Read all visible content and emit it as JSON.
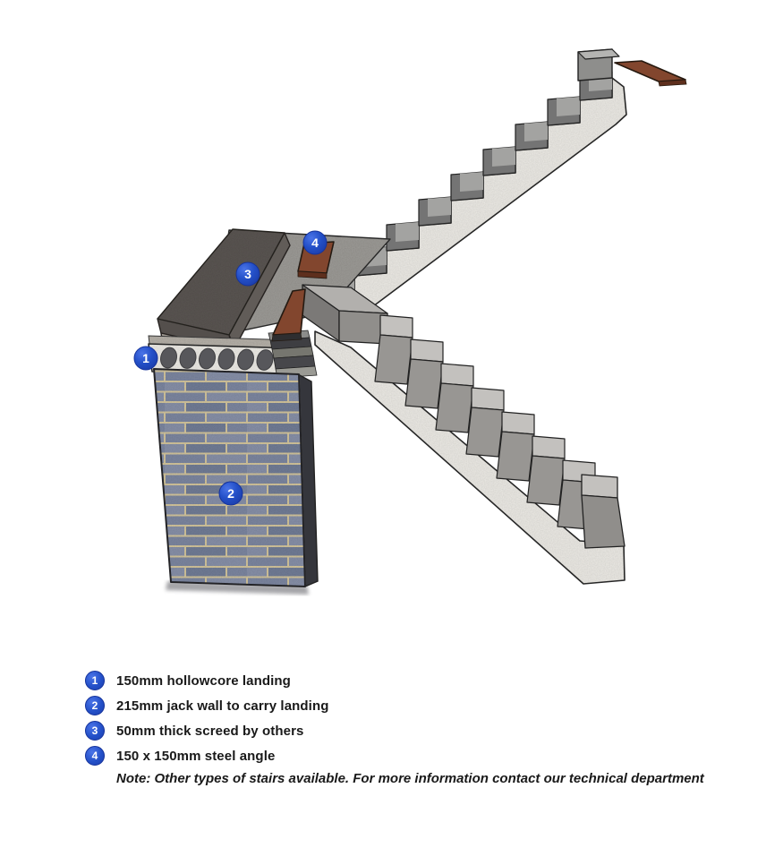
{
  "diagram_title": "stair-landing-construction-detail",
  "callouts": [
    {
      "num": "1",
      "label": "150mm hollowcore landing"
    },
    {
      "num": "2",
      "label": "215mm jack wall to carry landing"
    },
    {
      "num": "3",
      "label": "50mm thick screed by others"
    },
    {
      "num": "4",
      "label": "150 x 150mm steel angle"
    }
  ],
  "legend": {
    "items": [
      {
        "num": "1",
        "label": "150mm hollowcore landing"
      },
      {
        "num": "2",
        "label": "215mm jack wall to carry landing"
      },
      {
        "num": "3",
        "label": "50mm thick screed by others"
      },
      {
        "num": "4",
        "label": "150 x 150mm steel angle"
      }
    ],
    "note": "Note: Other types of stairs available. For more information contact our technical department"
  },
  "colors": {
    "marker_blue": "#2450c8",
    "steel_brown": "#82462e",
    "concrete_light": "#eceae5",
    "tread_grey": "#9b9b99",
    "screed_dark": "#5a5552",
    "brick_blue_grey": "#7e88a3",
    "mortar_tan": "#d2c49c"
  }
}
